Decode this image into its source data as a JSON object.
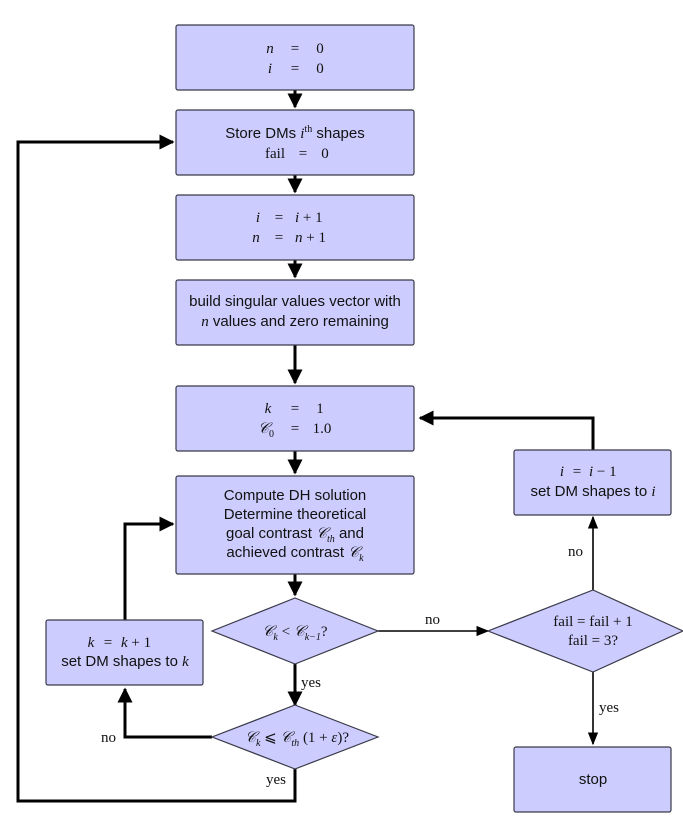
{
  "nodes": {
    "init": {
      "line1": {
        "lhs": "n",
        "eq": "=",
        "rhs": "0"
      },
      "line2": {
        "lhs": "i",
        "eq": "=",
        "rhs": "0"
      }
    },
    "store": {
      "line1_prefix": "Store DMs ",
      "line1_var": "i",
      "line1_sup": "th",
      "line1_suffix": " shapes",
      "line2": {
        "lhs": "fail",
        "eq": "=",
        "rhs": "0"
      }
    },
    "increment": {
      "line1": {
        "lhs": "i",
        "eq": "=",
        "rhs_var": "i",
        "rhs_rest": " + 1"
      },
      "line2": {
        "lhs": "n",
        "eq": "=",
        "rhs_var": "n",
        "rhs_rest": " + 1"
      }
    },
    "build": {
      "line1": "build singular values vector with",
      "line2_var": "n",
      "line2_rest": " values and zero remaining"
    },
    "reset_k": {
      "line1": {
        "lhs": "k",
        "eq": "=",
        "rhs": "1"
      },
      "line2": {
        "lhs": "𝒞",
        "sub": "0",
        "eq": "=",
        "rhs": "1.0"
      }
    },
    "compute": {
      "line1": "Compute DH solution",
      "line2": "Determine theoretical",
      "line3_prefix": "goal contrast ",
      "line3_sym": "𝒞",
      "line3_sub": "th",
      "line3_suffix": " and",
      "line4_prefix": "achieved contrast ",
      "line4_sym": "𝒞",
      "line4_sub": "k"
    },
    "cond_contrast": {
      "sym1": "𝒞",
      "sub1": "k",
      "op": " < ",
      "sym2": "𝒞",
      "sub2": "k−1",
      "tail": "?"
    },
    "cond_goal": {
      "sym1": "𝒞",
      "sub1": "k",
      "op": " ⩽ ",
      "sym2": "𝒞",
      "sub2": "th",
      "tail_pre": " (1 + ",
      "eps": "ε",
      "tail_post": ")?"
    },
    "inc_k": {
      "line1": {
        "lhs": "k",
        "eq": "=",
        "rhs_var": "k",
        "rhs_rest": " + 1"
      },
      "line2_prefix": "set DM shapes to ",
      "line2_var": "k"
    },
    "fail_check": {
      "line1": "fail = fail + 1",
      "line2": "fail = 3?"
    },
    "dec_i": {
      "line1": {
        "lhs": "i",
        "eq": "=",
        "rhs_var": "i",
        "rhs_rest": " − 1"
      },
      "line2_prefix": "set DM shapes to ",
      "line2_var": "i"
    },
    "stop": {
      "label": "stop"
    }
  },
  "edge_labels": {
    "contrast_no": "no",
    "contrast_yes": "yes",
    "goal_no": "no",
    "goal_yes": "yes",
    "fail_no": "no",
    "fail_yes": "yes"
  },
  "colors": {
    "node_fill": "#ccccfe",
    "node_stroke": "#3a3a4a",
    "edge": "#000000"
  }
}
